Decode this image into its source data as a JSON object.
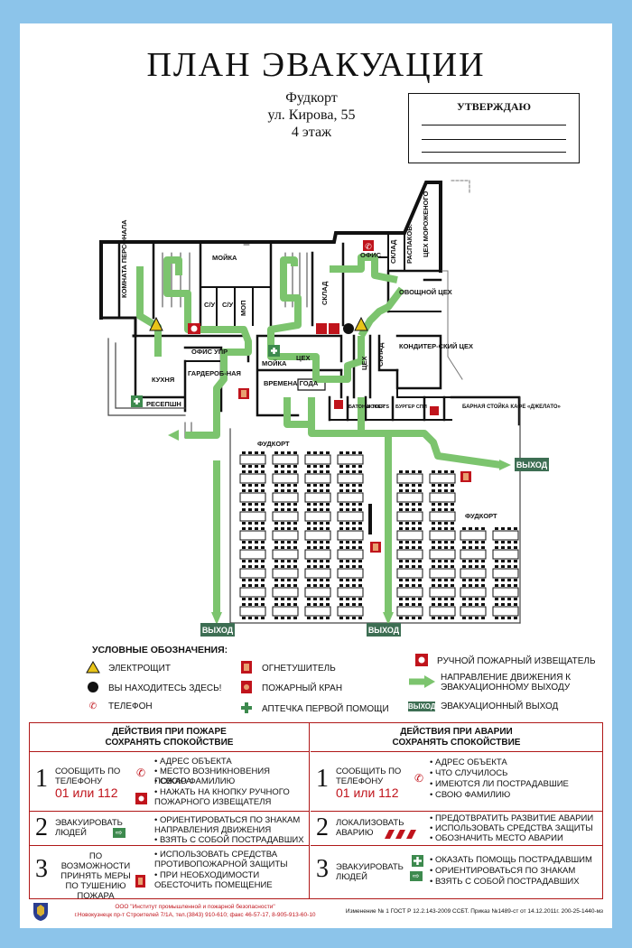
{
  "header": {
    "title": "ПЛАН ЭВАКУАЦИИ",
    "place": "Фудкорт",
    "address": "ул. Кирова, 55",
    "floor": "4 этаж",
    "approve": "УТВЕРЖДАЮ"
  },
  "rooms": {
    "staff_room": "КОМНАТА ПЕРСОНАЛА",
    "moika1": "МОЙКА",
    "su1": "С/У",
    "su2": "С/У",
    "mop": "МОП",
    "sklad1": "СКЛАД",
    "ofis": "ОФИС",
    "sklad2": "СКЛАД",
    "raspak": "РАСПАКОВ.",
    "ice_cream": "ЦЕХ МОРОЖЕНОГО",
    "veg": "ОВОЩНОЙ ЦЕХ",
    "kuhnya": "КУХНЯ",
    "ofis_upr": "ОФИС УПР",
    "garderob": "ГАРДЕРОБ-НАЯ",
    "moika2": "МОЙКА",
    "ceh": "ЦЕХ",
    "ceh2": "ЦЕХ",
    "sklad3": "СКЛАД",
    "konditer": "КОНДИТЕР-СКИЙ ЦЕХ",
    "vremena": "ВРЕМЕНА ГОДА",
    "baton": "БАТОН И ТОСТ",
    "wokers": "WOKER'S",
    "burger": "БУРГЕР СПИ",
    "bar": "БАРНАЯ СТОЙКА КАФЕ «ДЖЕЛАТО»",
    "reception": "РЕСЕПШН",
    "foodcourt1": "ФУДКОРТ",
    "foodcourt2": "ФУДКОРТ"
  },
  "exits": {
    "e1": "ВЫХОД",
    "e2": "ВЫХОД",
    "e3": "ВЫХОД"
  },
  "legend": {
    "title": "УСЛОВНЫЕ ОБОЗНАЧЕНИЯ:",
    "electro": "ЭЛЕКТРОЩИТ",
    "here": "ВЫ НАХОДИТЕСЬ ЗДЕСЬ!",
    "phone": "ТЕЛЕФОН",
    "extinguisher": "ОГНЕТУШИТЕЛЬ",
    "hydrant": "ПОЖАРНЫЙ КРАН",
    "firstaid": "АПТЕЧКА ПЕРВОЙ ПОМОЩИ",
    "callpoint": "РУЧНОЙ ПОЖАРНЫЙ ИЗВЕЩАТЕЛЬ",
    "direction": "НАПРАВЛЕНИЕ ДВИЖЕНИЯ К ЭВАКУАЦИОННОМУ ВЫХОДУ",
    "exit_label": "ВЫХОД",
    "exit": "ЭВАКУАЦИОННЫЙ ВЫХОД"
  },
  "fire": {
    "heading1": "ДЕЙСТВИЯ ПРИ ПОЖАРЕ",
    "heading2": "СОХРАНЯТЬ СПОКОЙСТВИЕ",
    "s1_num": "1",
    "s1_label": "СООБЩИТЬ ПО ТЕЛЕФОНУ",
    "s1_phone": "01 или 112",
    "s1_b1": "• АДРЕС ОБЪЕКТА",
    "s1_b2": "• МЕСТО ВОЗНИКНОВЕНИЯ ПОЖАРА",
    "s1_b3": "• СВОЮ ФАМИЛИЮ",
    "s1_b4": "• НАЖАТЬ НА КНОПКУ РУЧНОГО ПОЖАРНОГО ИЗВЕЩАТЕЛЯ",
    "s2_num": "2",
    "s2_label": "ЭВАКУИРОВАТЬ ЛЮДЕЙ",
    "s2_b1": "• ОРИЕНТИРОВАТЬСЯ ПО ЗНАКАМ НАПРАВЛЕНИЯ ДВИЖЕНИЯ",
    "s2_b2": "• ВЗЯТЬ С СОБОЙ ПОСТРАДАВШИХ",
    "s3_num": "3",
    "s3_label": "ПО ВОЗМОЖНОСТИ ПРИНЯТЬ МЕРЫ ПО ТУШЕНИЮ ПОЖАРА",
    "s3_b1": "• ИСПОЛЬЗОВАТЬ СРЕДСТВА ПРОТИВОПОЖАРНОЙ ЗАЩИТЫ",
    "s3_b2": "• ПРИ НЕОБХОДИМОСТИ ОБЕСТОЧИТЬ ПОМЕЩЕНИЕ"
  },
  "accident": {
    "heading1": "ДЕЙСТВИЯ ПРИ АВАРИИ",
    "heading2": "СОХРАНЯТЬ СПОКОЙСТВИЕ",
    "s1_num": "1",
    "s1_label": "СООБЩИТЬ ПО ТЕЛЕФОНУ",
    "s1_phone": "01 или 112",
    "s1_b1": "• АДРЕС ОБЪЕКТА",
    "s1_b2": "• ЧТО СЛУЧИЛОСЬ",
    "s1_b3": "• ИМЕЮТСЯ ЛИ ПОСТРАДАВШИЕ",
    "s1_b4": "• СВОЮ ФАМИЛИЮ",
    "s2_num": "2",
    "s2_label": "ЛОКАЛИЗОВАТЬ АВАРИЮ",
    "s2_b1": "• ПРЕДОТВРАТИТЬ РАЗВИТИЕ АВАРИИ",
    "s2_b2": "• ИСПОЛЬЗОВАТЬ СРЕДСТВА ЗАЩИТЫ",
    "s2_b3": "• ОБОЗНАЧИТЬ МЕСТО АВАРИИ",
    "s3_num": "3",
    "s3_label": "ЭВАКУИРОВАТЬ ЛЮДЕЙ",
    "s3_b1": "• ОКАЗАТЬ ПОМОЩЬ ПОСТРАДАВШИМ",
    "s3_b2": "• ОРИЕНТИРОВАТЬСЯ ПО ЗНАКАМ",
    "s3_b3": "• ВЗЯТЬ С СОБОЙ ПОСТРАДАВШИХ"
  },
  "footer": {
    "org1": "ООО \"Институт промышленной и пожарной безопасности\"",
    "org2": "г.Новокузнецк пр-т Строителей 7/1А, тел.(3843) 910-610; факс 46-57-17, 8-905-913-60-10",
    "norm": "Изменение № 1 ГОСТ Р 12.2.143-2009  ССБТ. Приказ №1489-ст от 14.12.2011г. 200-25-1440-мз"
  },
  "colors": {
    "frame": "#8cc4ea",
    "route": "#7cc46e",
    "exit": "#3d6e53",
    "red": "#c0141c"
  }
}
